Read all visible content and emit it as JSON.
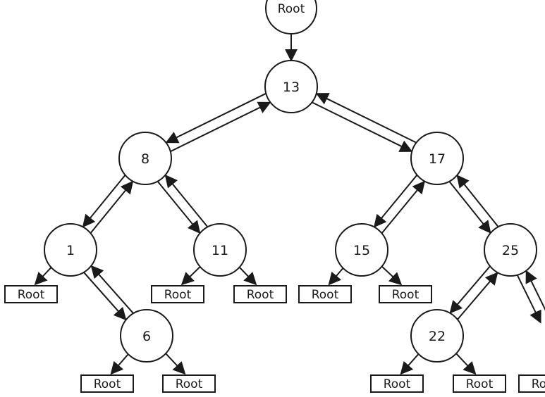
{
  "tree": {
    "root_pointer_label": "Root",
    "nodes": [
      {
        "id": "n13",
        "label": "13"
      },
      {
        "id": "n8",
        "label": "8"
      },
      {
        "id": "n17",
        "label": "17"
      },
      {
        "id": "n1",
        "label": "1"
      },
      {
        "id": "n11",
        "label": "11"
      },
      {
        "id": "n15",
        "label": "15"
      },
      {
        "id": "n25",
        "label": "25"
      },
      {
        "id": "n6",
        "label": "6"
      },
      {
        "id": "n22",
        "label": "22"
      }
    ],
    "leaves": [
      {
        "id": "leaf-1-left",
        "label": "Root"
      },
      {
        "id": "leaf-6-left",
        "label": "Root"
      },
      {
        "id": "leaf-6-right",
        "label": "Root"
      },
      {
        "id": "leaf-11-left",
        "label": "Root"
      },
      {
        "id": "leaf-11-right",
        "label": "Root"
      },
      {
        "id": "leaf-15-left",
        "label": "Root"
      },
      {
        "id": "leaf-15-right",
        "label": "Root"
      },
      {
        "id": "leaf-22-left",
        "label": "Root"
      },
      {
        "id": "leaf-22-right",
        "label": "Root"
      },
      {
        "id": "leaf-25-right-child",
        "label": "Root"
      }
    ],
    "edges": [
      {
        "from": "root",
        "to": "n13",
        "kind": "down"
      },
      {
        "from": "n13",
        "to": "n8",
        "kind": "pair"
      },
      {
        "from": "n13",
        "to": "n17",
        "kind": "pair"
      },
      {
        "from": "n8",
        "to": "n1",
        "kind": "pair"
      },
      {
        "from": "n8",
        "to": "n11",
        "kind": "pair"
      },
      {
        "from": "n17",
        "to": "n15",
        "kind": "pair"
      },
      {
        "from": "n17",
        "to": "n25",
        "kind": "pair"
      },
      {
        "from": "n1",
        "to": "n6",
        "kind": "pair"
      },
      {
        "from": "n25",
        "to": "n22",
        "kind": "pair"
      },
      {
        "from": "n25",
        "to": "offscreen",
        "kind": "pair"
      },
      {
        "from": "n1",
        "to": "leaf-1-left",
        "kind": "down"
      },
      {
        "from": "n6",
        "to": "leaf-6-left",
        "kind": "down"
      },
      {
        "from": "n6",
        "to": "leaf-6-right",
        "kind": "down"
      },
      {
        "from": "n11",
        "to": "leaf-11-left",
        "kind": "down"
      },
      {
        "from": "n11",
        "to": "leaf-11-right",
        "kind": "down"
      },
      {
        "from": "n15",
        "to": "leaf-15-left",
        "kind": "down"
      },
      {
        "from": "n15",
        "to": "leaf-15-right",
        "kind": "down"
      },
      {
        "from": "n22",
        "to": "leaf-22-left",
        "kind": "down"
      },
      {
        "from": "n22",
        "to": "leaf-22-right",
        "kind": "down"
      }
    ]
  }
}
